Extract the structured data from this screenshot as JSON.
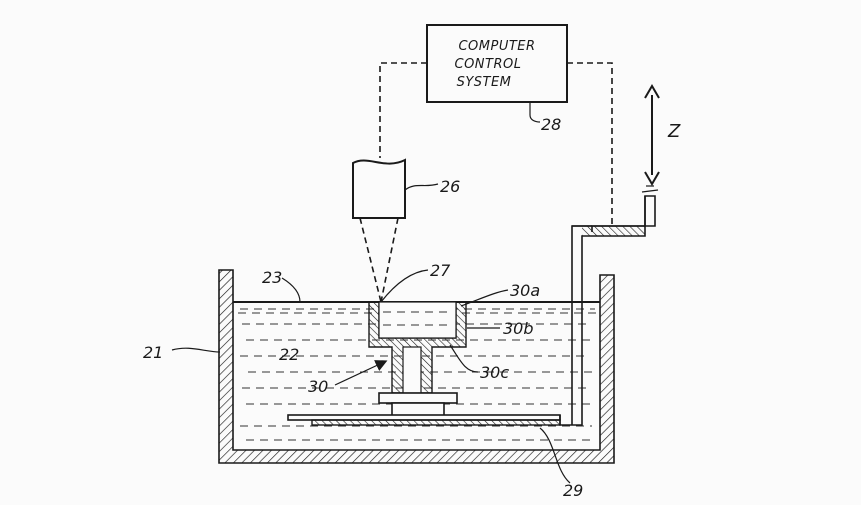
{
  "control_box": {
    "line1": "COMPUTER",
    "line2": "CONTROL",
    "line3": "SYSTEM"
  },
  "labels": {
    "axis_z": "Z",
    "ref_21": "21",
    "ref_22": "22",
    "ref_23": "23",
    "ref_26": "26",
    "ref_27": "27",
    "ref_28": "28",
    "ref_29": "29",
    "ref_30": "30",
    "ref_30a": "30a",
    "ref_30b": "30b",
    "ref_30c": "30c"
  }
}
